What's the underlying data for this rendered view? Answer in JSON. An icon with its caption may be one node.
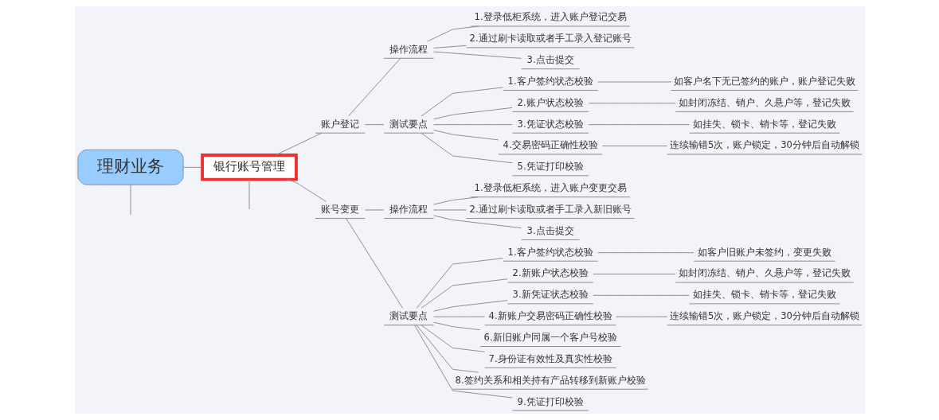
{
  "diagram": {
    "nodes": [
      {
        "text": [
          "理财业务"
        ]
      },
      {
        "text": [
          "银行账号管理"
        ]
      },
      {
        "text": [
          "账户登记"
        ]
      },
      {
        "text": [
          "操作流程"
        ]
      },
      {
        "text": [
          "1.登录低柜系统，进入账户登记交易"
        ]
      },
      {
        "text": [
          "2.通过刷卡读取或者手工录入登记账号"
        ]
      },
      {
        "text": [
          "3.点击提交"
        ]
      },
      {
        "text": [
          "测试要点"
        ]
      },
      {
        "text": [
          "1.客户签约状态校验"
        ]
      },
      {
        "text": [
          "如客户名下无已签约的账户，账户登记失败"
        ]
      },
      {
        "text": [
          "2.账户状态校验"
        ]
      },
      {
        "text": [
          "如封闭冻结、销户、久悬户等，登记失败"
        ]
      },
      {
        "text": [
          "3.凭证状态校验"
        ]
      },
      {
        "text": [
          "如挂失、锁卡、销卡等，登记失败"
        ]
      },
      {
        "text": [
          "4.交易密码正确性校验"
        ]
      },
      {
        "text": [
          "连续输错5次，账户锁定，30分钟后自动解锁"
        ]
      },
      {
        "text": [
          "5.凭证打印校验"
        ]
      },
      {
        "text": [
          "账号变更"
        ]
      },
      {
        "text": [
          "操作流程"
        ]
      },
      {
        "text": [
          "1.登录低柜系统，进入账户变更交易"
        ]
      },
      {
        "text": [
          "2.通过刷卡读取或者手工录入新旧账号"
        ]
      },
      {
        "text": [
          "3.点击提交"
        ]
      },
      {
        "text": [
          "测试要点"
        ]
      },
      {
        "text": [
          "1.客户签约状态校验"
        ]
      },
      {
        "text": [
          "如客户旧账户未签约，变更失败"
        ]
      },
      {
        "text": [
          "2.新账户状态校验"
        ]
      },
      {
        "text": [
          "如封闭冻结、销户、久悬户等，登记失败"
        ]
      },
      {
        "text": [
          "3.新凭证状态校验"
        ]
      },
      {
        "text": [
          "如挂失、锁卡、销卡等，登记失败"
        ]
      },
      {
        "text": [
          "4.新账户交易密码正确性校验"
        ]
      },
      {
        "text": [
          "连续输错5次，账户锁定，30分钟后自动解锁"
        ]
      },
      {
        "text": [
          "6.新旧账户同属一个客户号校验"
        ]
      },
      {
        "text": [
          "7.身份证有效性及真实性校验"
        ]
      },
      {
        "text": [
          "8.签约关系和相关持有产品转移到新账户校验"
        ]
      },
      {
        "text": [
          "9.凭证打印校验"
        ]
      }
    ],
    "edges": [
      {
        "from": 0,
        "to": null,
        "arrow": "none"
      },
      {
        "from": 0,
        "to": 1,
        "arrow": "none"
      },
      {
        "from": 1,
        "to": 2,
        "arrow": "none"
      },
      {
        "from": 2,
        "to": 3,
        "arrow": "none"
      },
      {
        "from": 3,
        "to": 4,
        "arrow": "none"
      },
      {
        "from": 3,
        "to": 5,
        "arrow": "none"
      },
      {
        "from": 3,
        "to": 6,
        "arrow": "none"
      },
      {
        "from": 2,
        "to": 7,
        "arrow": "none"
      },
      {
        "from": 7,
        "to": 8,
        "arrow": "none"
      },
      {
        "from": 8,
        "to": 9,
        "arrow": "none"
      },
      {
        "from": 7,
        "to": 10,
        "arrow": "none"
      },
      {
        "from": 10,
        "to": 11,
        "arrow": "none"
      },
      {
        "from": 7,
        "to": 12,
        "arrow": "none"
      },
      {
        "from": 12,
        "to": 13,
        "arrow": "none"
      },
      {
        "from": 7,
        "to": 14,
        "arrow": "none"
      },
      {
        "from": 14,
        "to": 15,
        "arrow": "none"
      },
      {
        "from": 7,
        "to": 16,
        "arrow": "none"
      },
      {
        "from": 1,
        "to": 17,
        "arrow": "none"
      },
      {
        "from": 17,
        "to": 18,
        "arrow": "none"
      },
      {
        "from": 18,
        "to": 19,
        "arrow": "none"
      },
      {
        "from": 18,
        "to": 20,
        "arrow": "none"
      },
      {
        "from": 18,
        "to": 21,
        "arrow": "none"
      },
      {
        "from": 17,
        "to": 22,
        "arrow": "none"
      },
      {
        "from": 22,
        "to": 23,
        "arrow": "none"
      },
      {
        "from": 23,
        "to": 24,
        "arrow": "none"
      },
      {
        "from": 22,
        "to": 25,
        "arrow": "none"
      },
      {
        "from": 25,
        "to": 26,
        "arrow": "none"
      },
      {
        "from": 22,
        "to": 27,
        "arrow": "none"
      },
      {
        "from": 27,
        "to": 28,
        "arrow": "none"
      },
      {
        "from": 22,
        "to": 29,
        "arrow": "none"
      },
      {
        "from": 29,
        "to": 30,
        "arrow": "none"
      },
      {
        "from": 22,
        "to": 31,
        "arrow": "none"
      },
      {
        "from": 22,
        "to": 32,
        "arrow": "none"
      },
      {
        "from": 22,
        "to": 33,
        "arrow": "none"
      },
      {
        "from": 22,
        "to": 34,
        "arrow": "none"
      },
      {
        "from": 1,
        "to": null,
        "arrow": "none"
      }
    ]
  }
}
